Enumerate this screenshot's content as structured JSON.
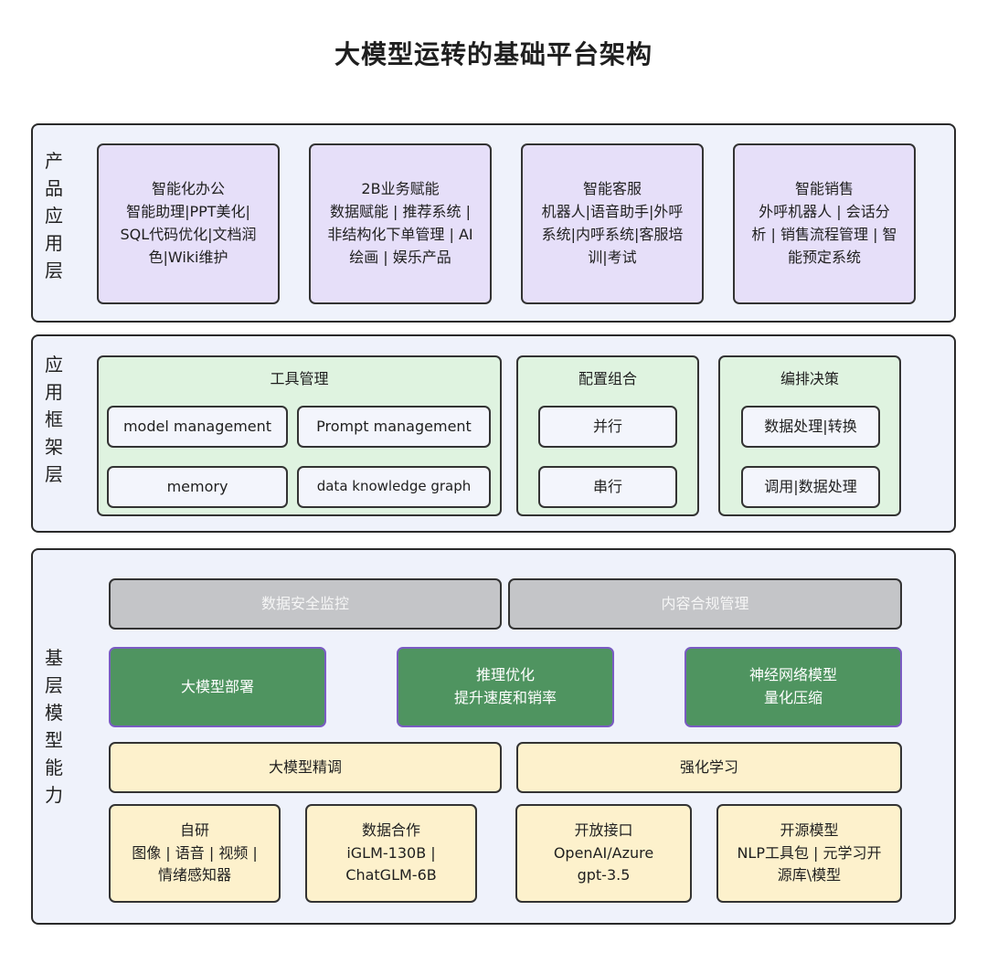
{
  "title": "大模型运转的基础平台架构",
  "layers": {
    "product": {
      "label": "产品应用层",
      "cards": [
        {
          "lines": [
            "智能化办公",
            "智能助理|PPT美化|",
            "SQL代码优化|文档润",
            "色|Wiki维护"
          ]
        },
        {
          "lines": [
            "2B业务赋能",
            "数据赋能 | 推荐系统 |",
            "非结构化下单管理 | AI",
            "绘画 | 娱乐产品"
          ]
        },
        {
          "lines": [
            "智能客服",
            "机器人|语音助手|外呼",
            "系统|内呼系统|客服培",
            "训|考试"
          ]
        },
        {
          "lines": [
            "智能销售",
            "外呼机器人 | 会话分",
            "析 | 销售流程管理 | 智",
            "能预定系统"
          ]
        }
      ]
    },
    "framework": {
      "label": "应用框架层",
      "groups": [
        {
          "title": "工具管理",
          "items": [
            "model management",
            "Prompt management",
            "memory",
            "data knowledge graph"
          ]
        },
        {
          "title": "配置组合",
          "items": [
            "并行",
            "串行"
          ]
        },
        {
          "title": "编排决策",
          "items": [
            "数据处理|转换",
            "调用|数据处理"
          ]
        }
      ]
    },
    "base": {
      "label": "基层模型能力",
      "governance": [
        "数据安全监控",
        "内容合规管理"
      ],
      "optimization": [
        {
          "lines": [
            "大模型部署"
          ]
        },
        {
          "lines": [
            "推理优化",
            "提升速度和销率"
          ]
        },
        {
          "lines": [
            "神经网络模型",
            "量化压缩"
          ]
        }
      ],
      "training": [
        "大模型精调",
        "强化学习"
      ],
      "sources": [
        {
          "lines": [
            "自研",
            "图像 | 语音 | 视频 |",
            "情绪感知器"
          ]
        },
        {
          "lines": [
            "数据合作",
            "iGLM-130B |",
            "ChatGLM-6B"
          ]
        },
        {
          "lines": [
            "开放接口",
            "OpenAI/Azure",
            "gpt-3.5"
          ]
        },
        {
          "lines": [
            "开源模型",
            "NLP工具包 | 元学习开",
            "源库\\模型"
          ]
        }
      ]
    }
  }
}
